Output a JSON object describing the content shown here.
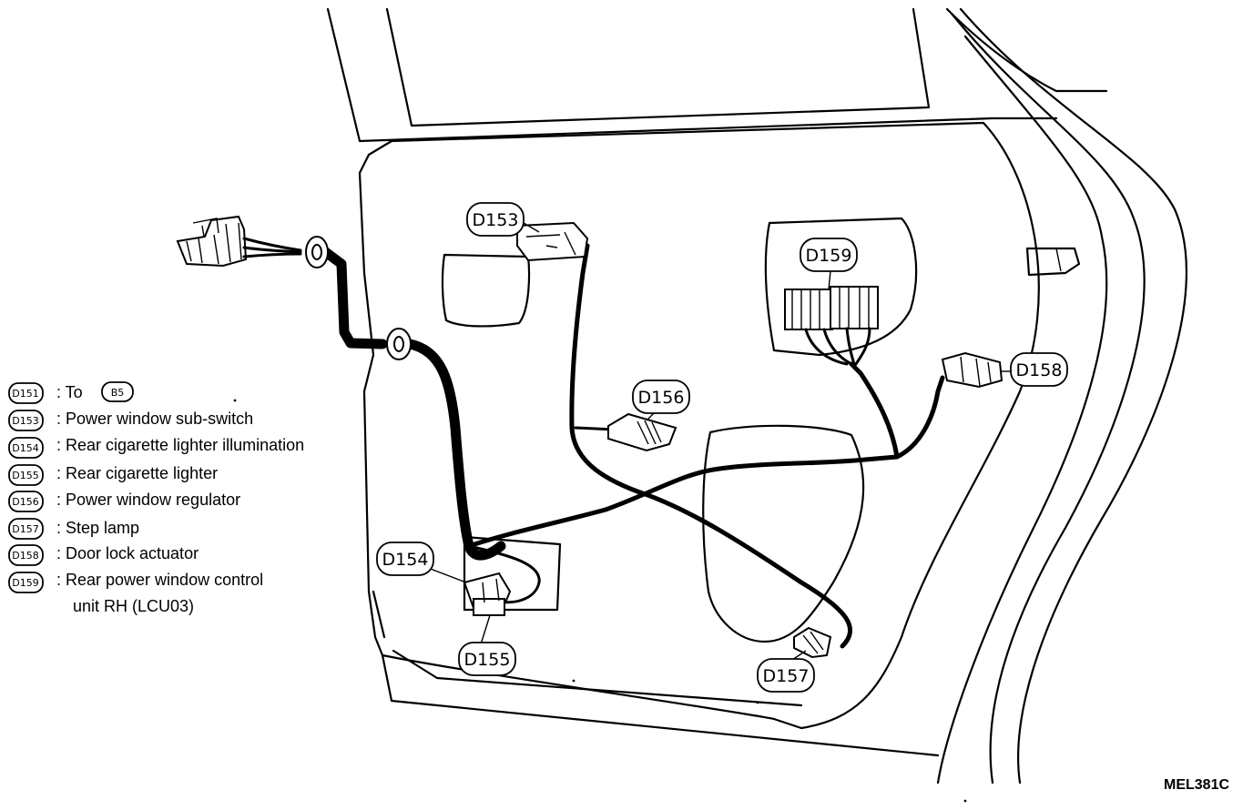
{
  "callouts": {
    "d153": "D153",
    "d154": "D154",
    "d155": "D155",
    "d156": "D156",
    "d157": "D157",
    "d158": "D158",
    "d159": "D159"
  },
  "legend": [
    {
      "code": "D151",
      "text": ": To",
      "tag": "B5"
    },
    {
      "code": "D153",
      "text": ": Power window sub-switch"
    },
    {
      "code": "D154",
      "text": ": Rear cigarette lighter illumination"
    },
    {
      "code": "D155",
      "text": ": Rear cigarette lighter"
    },
    {
      "code": "D156",
      "text": ": Power window regulator"
    },
    {
      "code": "D157",
      "text": ": Step lamp"
    },
    {
      "code": "D158",
      "text": ": Door lock actuator"
    },
    {
      "code": "D159",
      "text": ": Rear power window control"
    }
  ],
  "legend_continuation": "unit RH (LCU03)",
  "figure_ref": "MEL381C"
}
